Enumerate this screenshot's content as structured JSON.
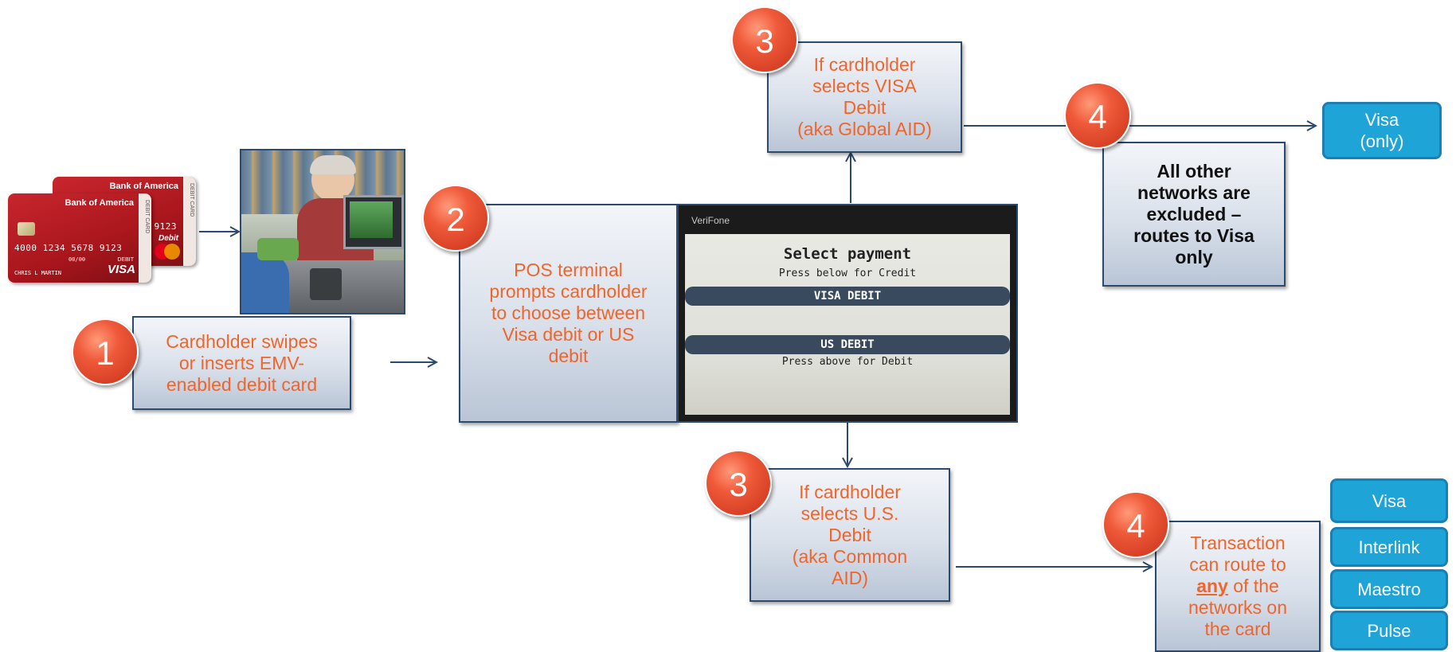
{
  "colors": {
    "step_text": "#f0652b",
    "box_border": "#2b4a6e",
    "network_fill": "#1fa4d8",
    "badge": "#e24a2c"
  },
  "cards": {
    "card_front": {
      "bank": "Bank of America",
      "strip": "DEBIT CARD",
      "number": "4000 1234 5678 9123",
      "expiry": "00/00",
      "debit": "DEBIT",
      "name": "CHRIS L MARTIN",
      "brand": "VISA"
    },
    "card_back": {
      "bank": "Bank of America",
      "strip": "DEBIT CARD",
      "last4": "9123",
      "debit": "Debit",
      "brand": "MasterCard"
    }
  },
  "terminal": {
    "brand": "VeriFone",
    "title": "Select payment",
    "credit_hint": "Press below for Credit",
    "option_visa": "VISA DEBIT",
    "option_us": "US DEBIT",
    "debit_hint": "Press above for Debit"
  },
  "steps": {
    "step1": {
      "badge": "1",
      "lines": [
        "Cardholder swipes",
        "or inserts EMV-",
        "enabled debit card"
      ]
    },
    "step2": {
      "badge": "2",
      "lines": [
        "POS terminal",
        "prompts cardholder",
        "to choose between",
        "Visa debit or US",
        "debit"
      ]
    },
    "step3_visa": {
      "badge": "3",
      "lines": [
        "If cardholder",
        "selects VISA",
        "Debit",
        "(aka Global AID)"
      ]
    },
    "step4_visa": {
      "badge": "4",
      "lines": [
        "All other",
        "networks are",
        "excluded –",
        "routes to Visa",
        "only"
      ]
    },
    "step3_us": {
      "badge": "3",
      "lines": [
        "If cardholder",
        "selects U.S.",
        "Debit",
        "(aka Common",
        "AID)"
      ]
    },
    "step4_us": {
      "badge": "4",
      "line1": "Transaction",
      "line2": "can route to",
      "emphasis": "any",
      "line3_rest": " of the",
      "line4": "networks on",
      "line5": "the card"
    }
  },
  "networks": {
    "visa_only": [
      "Visa",
      "(only)"
    ],
    "common": [
      "Visa",
      "Interlink",
      "Maestro",
      "Pulse"
    ]
  }
}
